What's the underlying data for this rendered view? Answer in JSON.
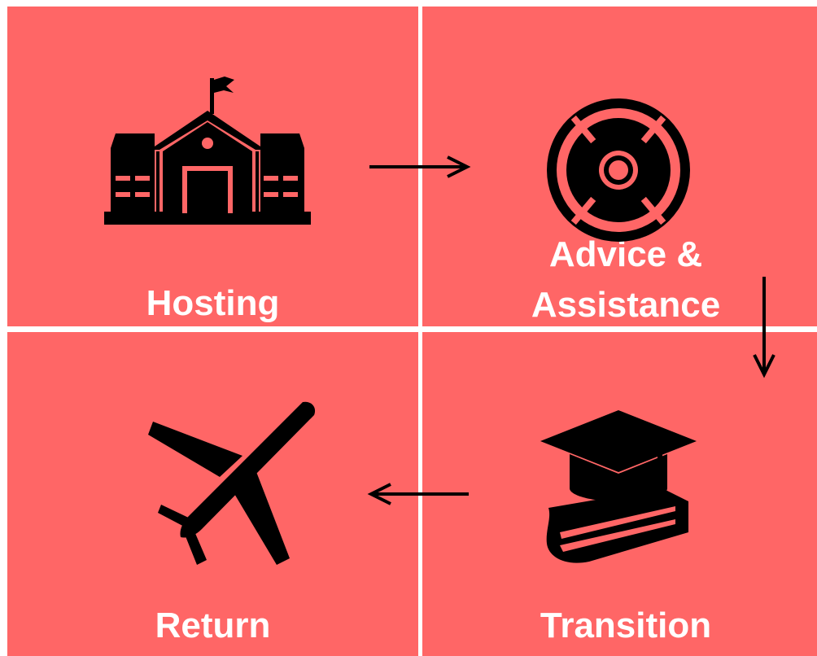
{
  "colors": {
    "panel_background": "#ff6666",
    "divider": "#ffffff",
    "label_text": "#ffffff",
    "icon_fill": "#000000"
  },
  "steps": [
    {
      "id": "hosting",
      "lines": [
        "Hosting"
      ],
      "icon": "school-building-icon"
    },
    {
      "id": "advice",
      "lines": [
        "Advice &",
        "Assistance"
      ],
      "icon": "lifebuoy-icon"
    },
    {
      "id": "transition",
      "lines": [
        "Transition"
      ],
      "icon": "graduation-cap-book-icon"
    },
    {
      "id": "return",
      "lines": [
        "Return"
      ],
      "icon": "airplane-icon"
    }
  ],
  "flow": [
    {
      "from": "hosting",
      "to": "advice",
      "direction": "right"
    },
    {
      "from": "advice",
      "to": "transition",
      "direction": "down"
    },
    {
      "from": "transition",
      "to": "return",
      "direction": "left"
    }
  ]
}
